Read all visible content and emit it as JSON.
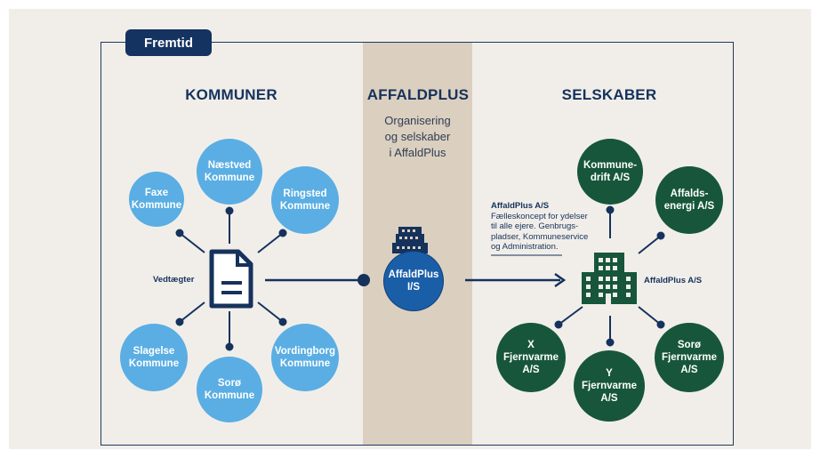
{
  "tab_label": "Fremtid",
  "headings": {
    "kommuner": "KOMMUNER",
    "affaldplus": "AFFALDPLUS",
    "selskaber": "SELSKABER"
  },
  "subtitle": [
    "Organisering",
    "og selskaber",
    "i AffaldPlus"
  ],
  "kommuner": {
    "center_label": "Vedtægter",
    "circles": [
      {
        "lines": [
          "Faxe",
          "Kommune"
        ]
      },
      {
        "lines": [
          "Næstved",
          "Kommune"
        ]
      },
      {
        "lines": [
          "Ringsted",
          "Kommune"
        ]
      },
      {
        "lines": [
          "Slagelse",
          "Kommune"
        ]
      },
      {
        "lines": [
          "Sorø",
          "Kommune"
        ]
      },
      {
        "lines": [
          "Vordingborg",
          "Kommune"
        ]
      }
    ]
  },
  "affaldplus_is": {
    "lines": [
      "AffaldPlus",
      "I/S"
    ]
  },
  "selskaber": {
    "center_label": "AffaldPlus A/S",
    "note": {
      "title": "AffaldPlus A/S",
      "lines": [
        "Fælleskoncept for ydelser",
        "til alle ejere. Genbrugs-",
        "pladser, Kommuneservice",
        "og Administration."
      ]
    },
    "circles": [
      {
        "lines": [
          "Kommune-",
          "drift A/S"
        ]
      },
      {
        "lines": [
          "Affalds-",
          "energi A/S"
        ]
      },
      {
        "lines": [
          "X",
          "Fjernvarme",
          "A/S"
        ]
      },
      {
        "lines": [
          "Y",
          "Fjernvarme",
          "A/S"
        ]
      },
      {
        "lines": [
          "Sorø",
          "Fjernvarme",
          "A/S"
        ]
      }
    ]
  },
  "colors": {
    "navy": "#15325c",
    "light_blue": "#5aaee3",
    "dark_blue": "#1a5ea8",
    "green": "#17563a",
    "band": "#dbcfbf",
    "panel": "#f1eee9"
  },
  "icons": {
    "document": "document-icon",
    "building_blue": "building-icon",
    "building_green": "building-icon"
  }
}
